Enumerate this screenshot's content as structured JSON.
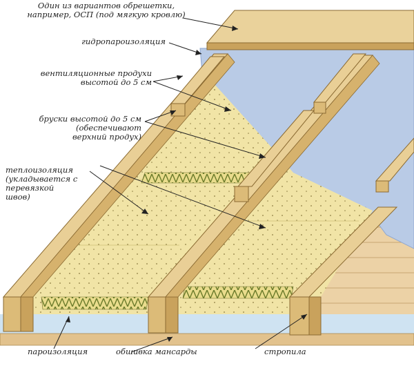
{
  "labels": {
    "lathing": [
      "Один из вариантов обрешетки,",
      "например, ОСП (под мягкую кровлю)"
    ],
    "waterproofing": [
      "гидропароизоляция"
    ],
    "vent_gaps": [
      "вентиляционные продухи",
      "высотой до 5 см"
    ],
    "battens": [
      "бруски высотой до 5 см",
      "(обеспечивают",
      "верхний продух)"
    ],
    "insulation": [
      "теплоизоляция",
      "(укладывается с",
      "перевязкой",
      "швов)"
    ],
    "vapor_barrier": "пароизоляция",
    "attic_lining": "обшивка мансарды",
    "rafter": "стропила"
  },
  "colors": {
    "wood": "#e9cf96",
    "wood_dark": "#c9a25c",
    "wood_edge": "#8a6a32",
    "membrane": "#b9cbe6",
    "membrane_dark": "#8ea6cf",
    "insulation": "#f1e4a6",
    "insulation_band": "#7e8a3a",
    "lining": "#cfe1ef",
    "lining_plank": "#e8c99a"
  }
}
